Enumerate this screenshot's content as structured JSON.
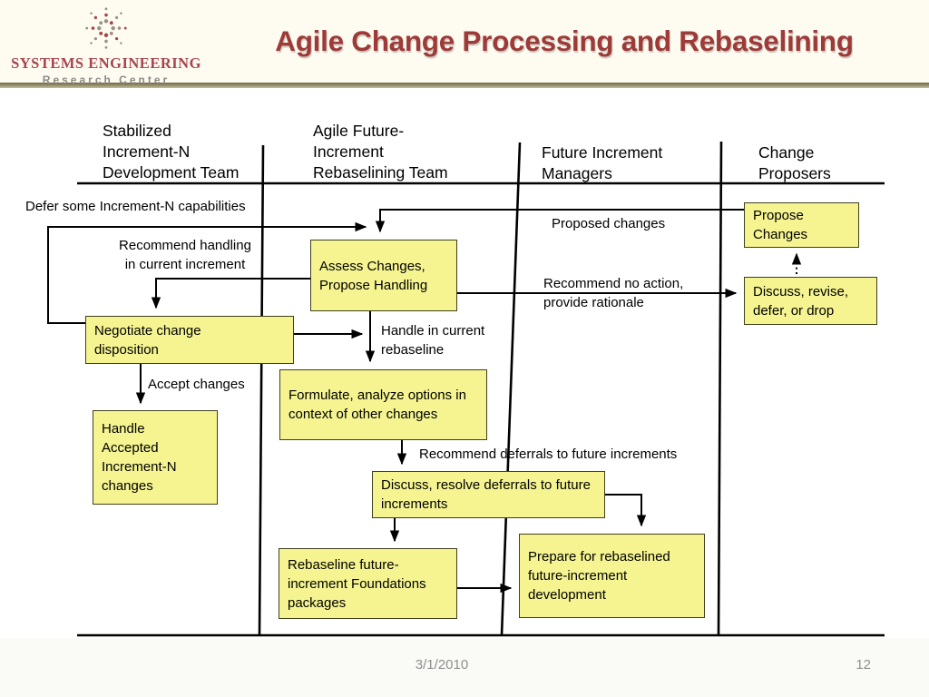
{
  "logo": {
    "line1": "SYSTEMS ENGINEERING",
    "line2": "Research Center"
  },
  "slide": {
    "title": "Agile Change Processing and Rebaselining"
  },
  "lanes": [
    {
      "label": "Stabilized\nIncrement-N\nDevelopment Team"
    },
    {
      "label": "Agile Future-\nIncrement\nRebaselining Team"
    },
    {
      "label": "Future Increment\nManagers"
    },
    {
      "label": "Change\nProposers"
    }
  ],
  "boxes": {
    "propose": "Propose Changes",
    "discuss_revise": "Discuss, revise, defer, or drop",
    "assess": "Assess Changes, Propose Handling",
    "negotiate": "Negotiate change disposition",
    "handle_accepted": "Handle Accepted Increment-N changes",
    "formulate": "Formulate, analyze options in context of other changes",
    "discuss_resolve": "Discuss, resolve deferrals to future increments",
    "rebaseline": "Rebaseline future-increment Foundations packages",
    "prepare": "Prepare for rebaselined future-increment development"
  },
  "labels": {
    "defer": "Defer some Increment-N capabilities",
    "recommend_handling": "Recommend handling\nin current increment",
    "proposed_changes": "Proposed changes",
    "no_action": "Recommend no action,\nprovide rationale",
    "handle_current": "Handle in current\nrebaseline",
    "accept": "Accept changes",
    "recommend_deferrals": "Recommend deferrals to future increments"
  },
  "footer": {
    "date": "3/1/2010",
    "page": "12"
  },
  "colors": {
    "title_red": "#9e3a38",
    "box_fill": "#f5f491",
    "box_border": "#40401e",
    "divider_olive": "#827d58",
    "header_cream": "#fefcf1",
    "footer_gray": "#8e8e8e",
    "line_black": "#000000"
  }
}
